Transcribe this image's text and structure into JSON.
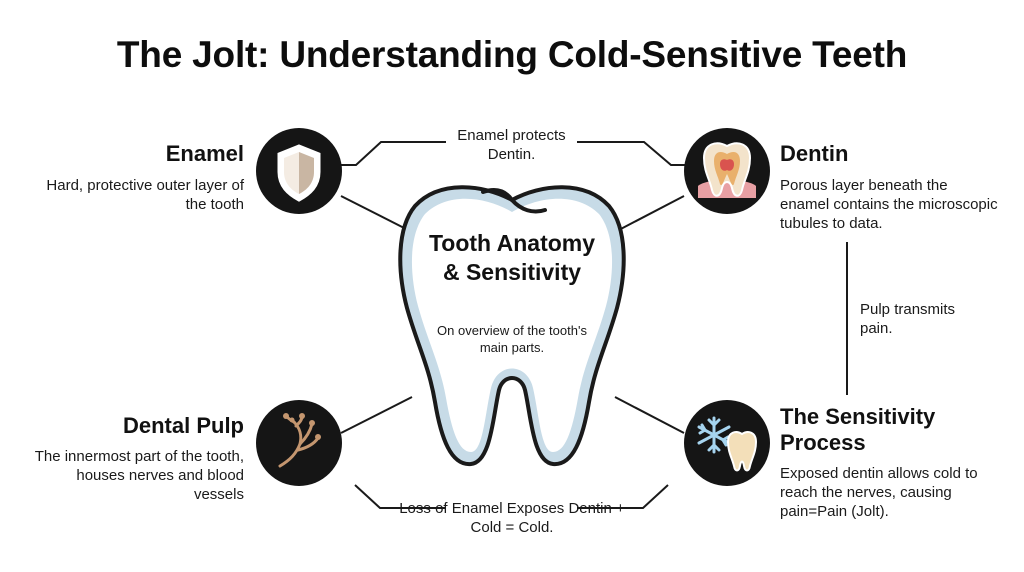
{
  "title": "The Jolt: Understanding Cold-Sensitive Teeth",
  "center": {
    "title": "Tooth Anatomy & Sensitivity",
    "subtitle": "On overview of the tooth's main parts."
  },
  "enamel": {
    "heading": "Enamel",
    "description": "Hard, protective outer layer of the tooth",
    "icon": "shield-icon"
  },
  "dentin": {
    "heading": "Dentin",
    "description": "Porous layer beneath the enamel contains the microscopic tubules to data.",
    "icon": "tooth-cross-section-icon"
  },
  "pulp": {
    "heading": "Dental Pulp",
    "description": "The innermost part of the tooth, houses nerves and blood vessels",
    "icon": "nerve-icon"
  },
  "sensitivity": {
    "heading": "The Sensitivity Process",
    "description": "Exposed dentin allows cold to reach the nerves, causing pain=Pain (Jolt).",
    "icon": "snowflake-tooth-icon"
  },
  "notes": {
    "top": "Enamel protects Dentin.",
    "right": "Pulp transmits pain.",
    "bottom": "Loss of Enamel Exposes Dentin + Cold = Cold."
  },
  "colors": {
    "circle": "#151515",
    "tooth_outline": "#1a1a1a",
    "tooth_halo": "#c7dbe7",
    "shield": "#c9b6a3",
    "gum": "#e8a0a4",
    "snowflake": "#a6d4ef",
    "nerve": "#c4966f"
  }
}
